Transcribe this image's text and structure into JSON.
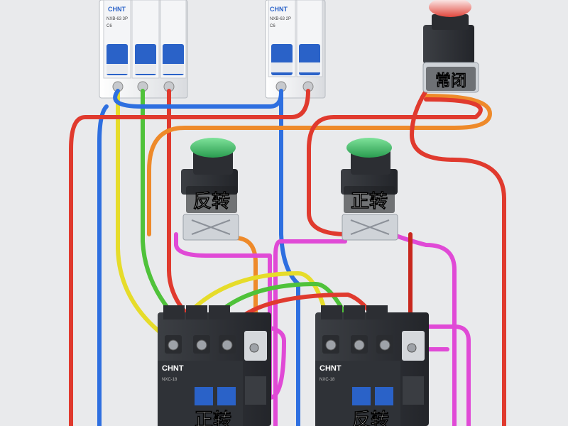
{
  "breakers": {
    "main": {
      "brand": "CHNT",
      "model": "NXB-63 3P",
      "rating": "C6",
      "poles": 3
    },
    "control": {
      "brand": "CHNT",
      "model": "NXB-63 2P",
      "rating": "C6",
      "poles": 2
    }
  },
  "buttons": {
    "stop": {
      "label": "常闭",
      "cap_color": "#e0463c"
    },
    "reverse": {
      "label": "反转",
      "cap_color": "#2aa65a"
    },
    "forward": {
      "label": "正转",
      "cap_color": "#2aa65a"
    }
  },
  "contactors": {
    "left": {
      "brand": "CHNT",
      "model": "NXC-18",
      "label": "正转"
    },
    "right": {
      "brand": "CHNT",
      "model": "NXC-18",
      "label": "反转"
    }
  },
  "wire_colors": {
    "red": "#e03a2e",
    "blue": "#2e6fe0",
    "yellow": "#e6dc2a",
    "green": "#4fc23a",
    "orange": "#ee8a2a",
    "magenta": "#e04ad6",
    "darkred": "#c8281e"
  }
}
